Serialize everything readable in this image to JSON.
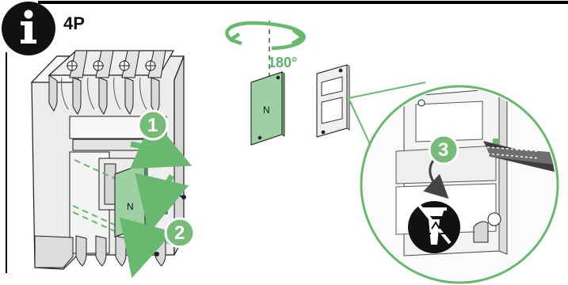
{
  "header": {
    "info_icon": "information-icon",
    "title": "4P"
  },
  "rotation": {
    "label": "180°"
  },
  "steps": [
    {
      "number": "1"
    },
    {
      "number": "2"
    },
    {
      "number": "3"
    }
  ],
  "neutral_cover_label": "N",
  "recycle_icon": "recycle-bin-icon",
  "colors": {
    "green_accent": "#69b86f",
    "green_badge": "#76bb78",
    "green_stroke": "#2f8d3c",
    "black": "#111111",
    "light_gray": "#e3e3e3",
    "mid_gray": "#bdbdbd",
    "line_gray": "#444444"
  }
}
